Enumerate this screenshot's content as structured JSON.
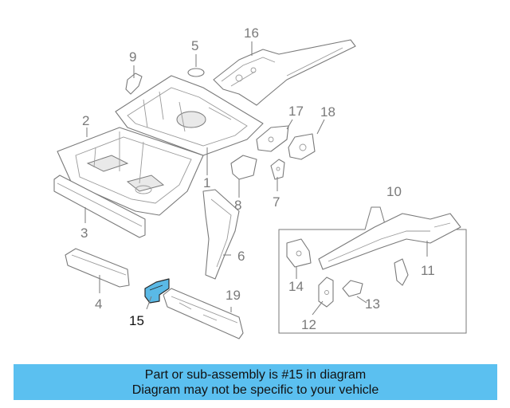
{
  "callouts": {
    "c1": "1",
    "c2": "2",
    "c3": "3",
    "c4": "4",
    "c5": "5",
    "c6": "6",
    "c7": "7",
    "c8": "8",
    "c9": "9",
    "c10": "10",
    "c11": "11",
    "c12": "12",
    "c13": "13",
    "c14": "14",
    "c15": "15",
    "c16": "16",
    "c17": "17",
    "c18": "18",
    "c19": "19"
  },
  "highlight": {
    "part": "15",
    "color": "#5ab9e6"
  },
  "banner": {
    "line1": "Part or sub-assembly is #15 in diagram",
    "line2": "Diagram may not be specific to your vehicle",
    "color": "#5bc0f0"
  }
}
